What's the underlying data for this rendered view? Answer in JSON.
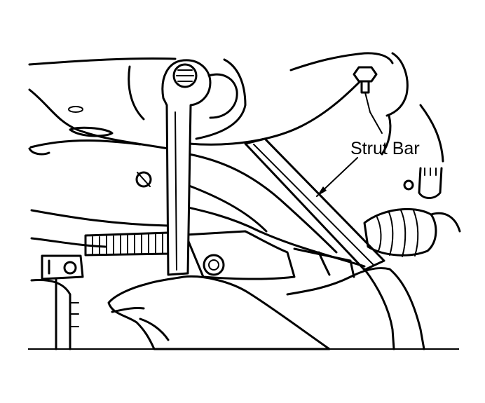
{
  "diagram": {
    "callout_label": "Strut Bar",
    "colors": {
      "line": "#000000",
      "background": "#ffffff"
    },
    "parts": [
      "chassis-frame",
      "socket-wrench",
      "strut-bar",
      "hand",
      "boot",
      "bracket",
      "bolt",
      "nut"
    ]
  }
}
